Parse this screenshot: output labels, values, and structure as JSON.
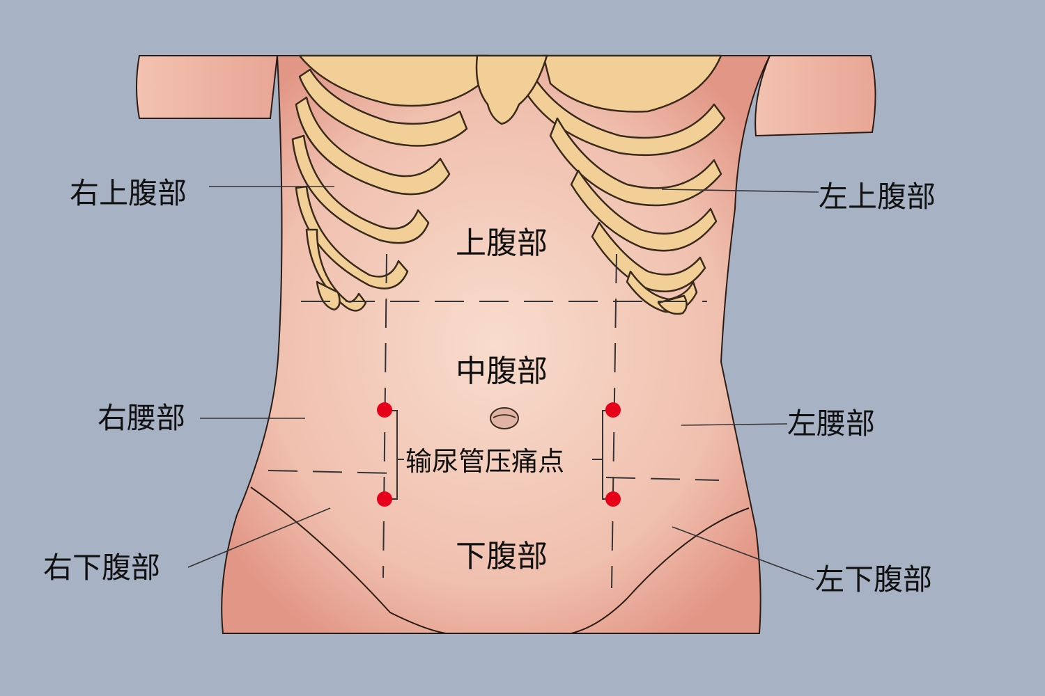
{
  "regions": {
    "right_upper": "右上腹部",
    "left_upper": "左上腹部",
    "epigastric": "上腹部",
    "umbilical": "中腹部",
    "right_lumbar": "右腰部",
    "left_lumbar": "左腰部",
    "right_lower": "右下腹部",
    "left_lower": "左下腹部",
    "hypogastric": "下腹部"
  },
  "ureter_point_label": "输尿管压痛点",
  "colors": {
    "background": "#a7b3c5",
    "skin": "#f2c6b4",
    "skin_shade": "#e39c8a",
    "bone": "#f1cf97",
    "bone_outline": "#3a2a1c",
    "tender_point": "#e6001a",
    "guide_line": "#333333"
  }
}
